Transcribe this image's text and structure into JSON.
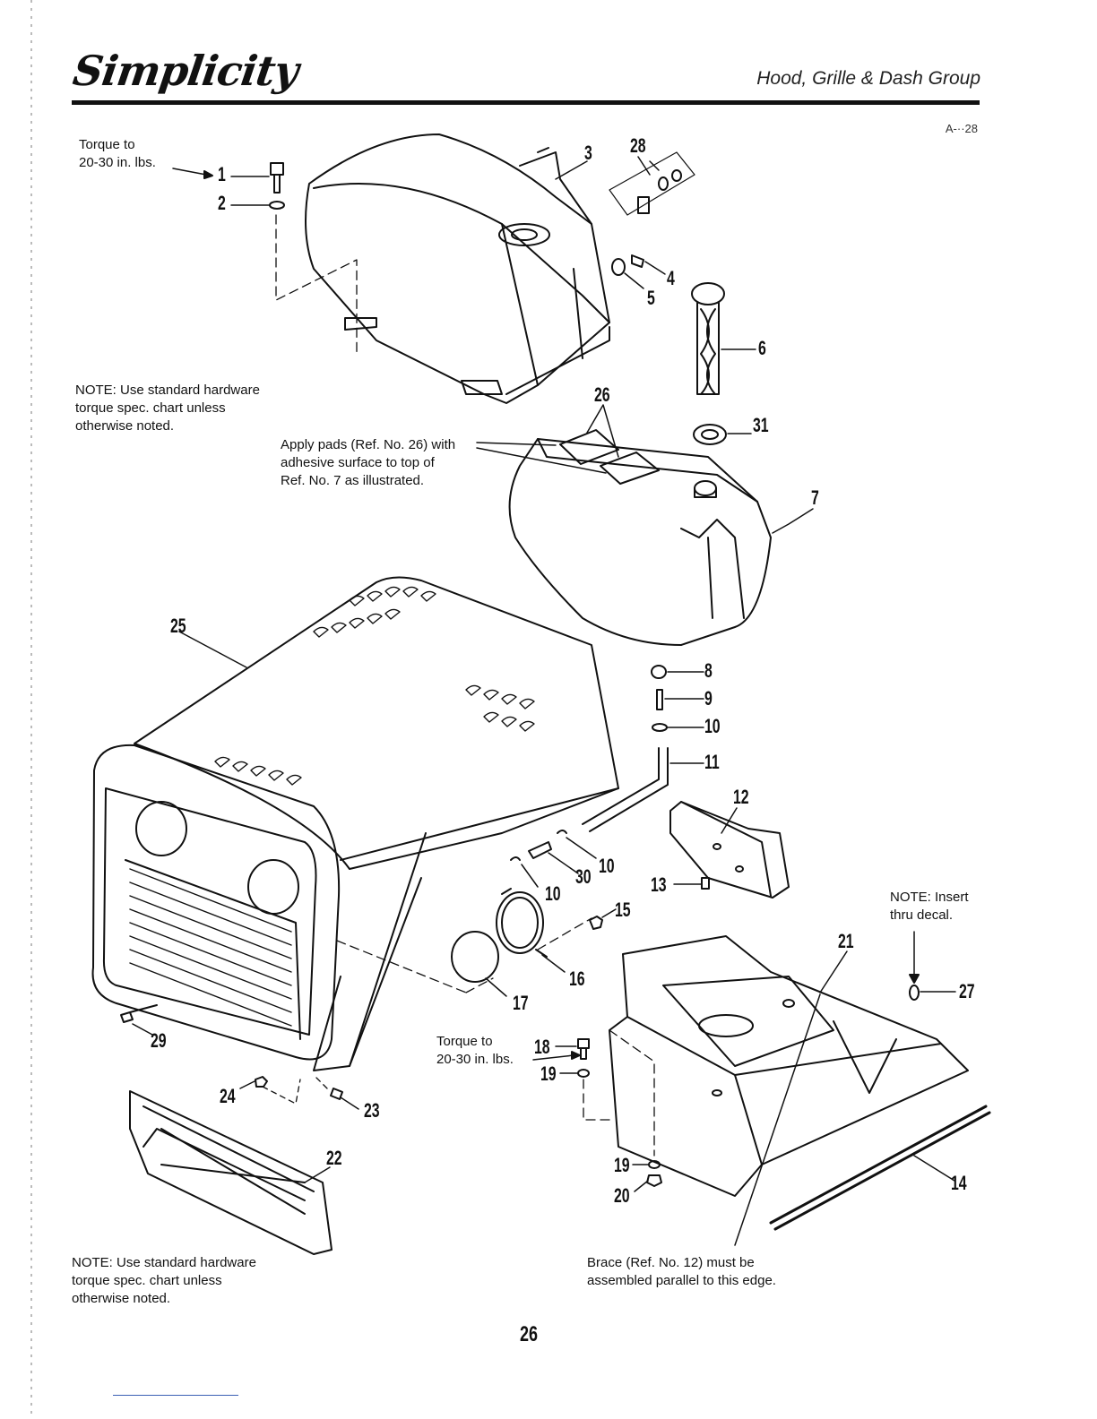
{
  "header": {
    "brand": "Simplicity",
    "section_title": "Hood, Grille & Dash Group",
    "figure_code": "A-··28"
  },
  "notes": {
    "torque_top_1": "Torque to",
    "torque_top_2": "20-30 in. lbs.",
    "note_top_1": "NOTE: Use standard hardware",
    "note_top_2": "torque spec. chart unless",
    "note_top_3": "otherwise noted.",
    "apply_1": "Apply pads (Ref. No. 26) with",
    "apply_2": "adhesive surface to top of",
    "apply_3": "Ref. No. 7 as illustrated.",
    "insert_1": "NOTE: Insert",
    "insert_2": "thru decal.",
    "torque_mid_1": "Torque to",
    "torque_mid_2": "20-30 in. lbs.",
    "note_bottom_1": "NOTE: Use standard hardware",
    "note_bottom_2": "torque spec. chart unless",
    "note_bottom_3": "otherwise noted.",
    "brace_1": "Brace (Ref. No. 12) must be",
    "brace_2": "assembled parallel to this edge."
  },
  "callouts": {
    "c1": "1",
    "c2": "2",
    "c3": "3",
    "c4": "4",
    "c5": "5",
    "c6": "6",
    "c7": "7",
    "c8": "8",
    "c9": "9",
    "c10a": "10",
    "c10b": "10",
    "c10c": "10",
    "c11": "11",
    "c12": "12",
    "c13": "13",
    "c14": "14",
    "c15": "15",
    "c16": "16",
    "c17": "17",
    "c18": "18",
    "c19a": "19",
    "c19b": "19",
    "c20": "20",
    "c21": "21",
    "c22": "22",
    "c23": "23",
    "c24": "24",
    "c25": "25",
    "c26": "26",
    "c27": "27",
    "c28": "28",
    "c29": "29",
    "c30": "30",
    "c31": "31"
  },
  "footer": {
    "page_number": "26"
  }
}
